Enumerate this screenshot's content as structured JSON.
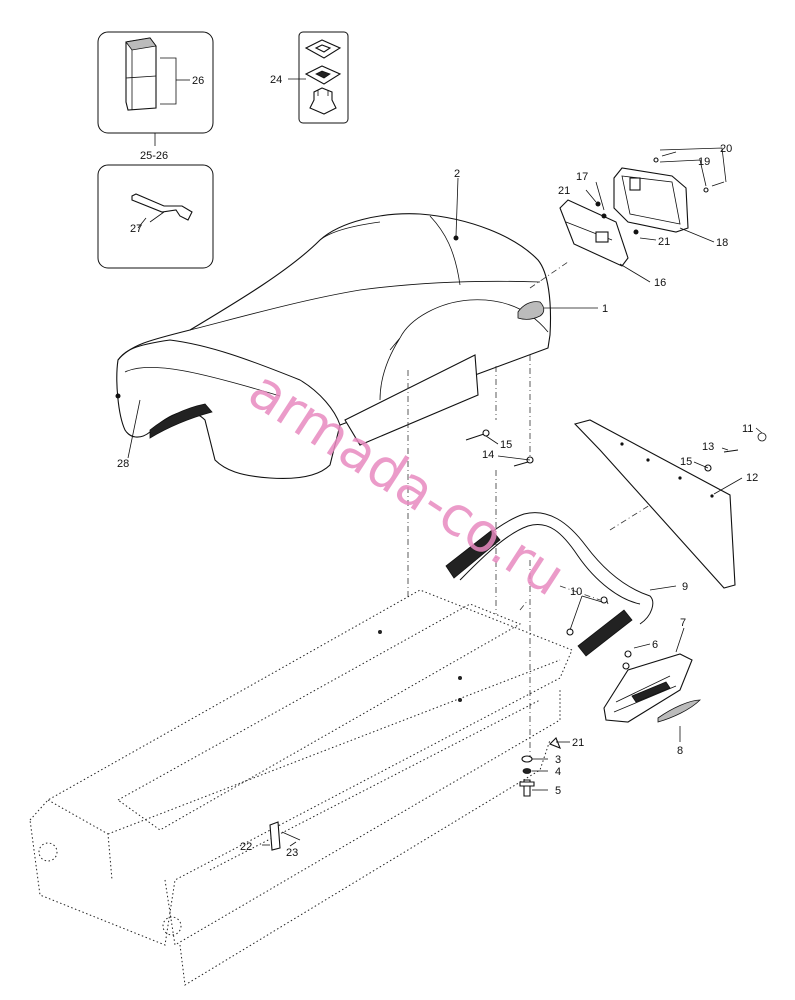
{
  "watermark": "armada-co.ru",
  "colors": {
    "watermark": "#e88ac0",
    "line": "#111111",
    "background": "#ffffff"
  },
  "inset_labels": {
    "kit_25_26": "25-26"
  },
  "callouts": [
    {
      "id": "c1",
      "text": "1"
    },
    {
      "id": "c2",
      "text": "2"
    },
    {
      "id": "c3",
      "text": "3"
    },
    {
      "id": "c4",
      "text": "4"
    },
    {
      "id": "c5",
      "text": "5"
    },
    {
      "id": "c6",
      "text": "6"
    },
    {
      "id": "c7",
      "text": "7"
    },
    {
      "id": "c8",
      "text": "8"
    },
    {
      "id": "c9",
      "text": "9"
    },
    {
      "id": "c10",
      "text": "10"
    },
    {
      "id": "c11",
      "text": "11"
    },
    {
      "id": "c12",
      "text": "12"
    },
    {
      "id": "c13",
      "text": "13"
    },
    {
      "id": "c14",
      "text": "14"
    },
    {
      "id": "c15a",
      "text": "15"
    },
    {
      "id": "c15b",
      "text": "15"
    },
    {
      "id": "c16",
      "text": "16"
    },
    {
      "id": "c17",
      "text": "17"
    },
    {
      "id": "c18",
      "text": "18"
    },
    {
      "id": "c19",
      "text": "19"
    },
    {
      "id": "c20",
      "text": "20"
    },
    {
      "id": "c21a",
      "text": "21"
    },
    {
      "id": "c21b",
      "text": "21"
    },
    {
      "id": "c21c",
      "text": "21"
    },
    {
      "id": "c22",
      "text": "22"
    },
    {
      "id": "c23",
      "text": "23"
    },
    {
      "id": "c24",
      "text": "24"
    },
    {
      "id": "c26",
      "text": "26"
    },
    {
      "id": "c27",
      "text": "27"
    },
    {
      "id": "c28",
      "text": "28"
    }
  ]
}
